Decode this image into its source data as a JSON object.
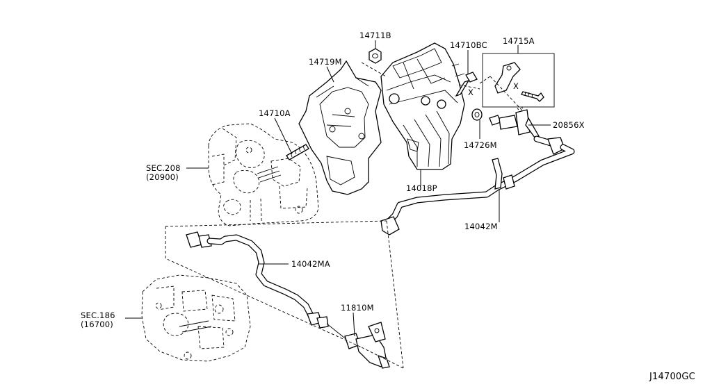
{
  "diagram_code": "J14700GC",
  "parts": [
    {
      "id": "p14711B",
      "label": "14711B"
    },
    {
      "id": "p14710BC",
      "label": "14710BC"
    },
    {
      "id": "p14715A",
      "label": "14715A"
    },
    {
      "id": "p14719M",
      "label": "14719M"
    },
    {
      "id": "p14710A",
      "label": "14710A"
    },
    {
      "id": "p20856X",
      "label": "20856X"
    },
    {
      "id": "p14726M",
      "label": "14726M"
    },
    {
      "id": "p14018P",
      "label": "14018P"
    },
    {
      "id": "p14042M",
      "label": "14042M"
    },
    {
      "id": "p14042MA",
      "label": "14042MA"
    },
    {
      "id": "p11810M",
      "label": "11810M"
    }
  ],
  "section_refs": [
    {
      "line1": "SEC.208",
      "line2": "(20900)"
    },
    {
      "line1": "SEC.186",
      "line2": "(16700)"
    }
  ],
  "marker_x": "X"
}
